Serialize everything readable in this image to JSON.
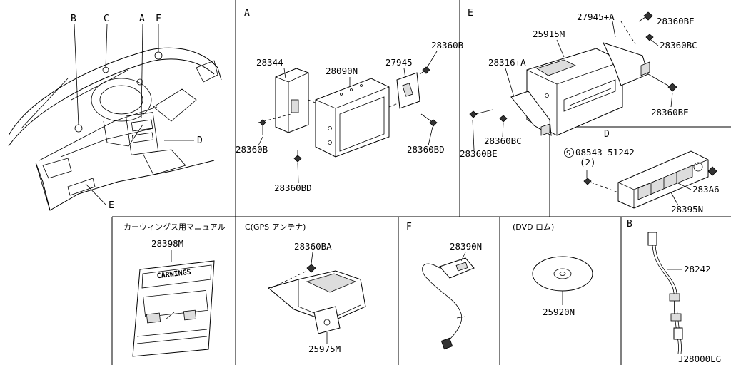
{
  "diagram_id": "J28000LG",
  "sections": {
    "overview": {
      "callouts": [
        "B",
        "C",
        "A",
        "F",
        "D",
        "E"
      ]
    },
    "A": {
      "letter": "A",
      "parts": [
        "28344",
        "28090N",
        "27945",
        "28360B",
        "28360B",
        "28360BD",
        "28360BD"
      ]
    },
    "E": {
      "letter": "E",
      "parts": [
        "27945+A",
        "28360BE",
        "25915M",
        "28360BC",
        "28316+A",
        "28360BE",
        "28360BC",
        "28360BE"
      ]
    },
    "D": {
      "letter": "D",
      "screw_symbol": "S",
      "screw": "08543-51242",
      "screw_qty": "(2)",
      "parts": [
        "283A6",
        "28395N"
      ]
    },
    "manual": {
      "title": "カーウィングス用マニュアル",
      "part": "28398M",
      "cover_text": "CARWINGS"
    },
    "C": {
      "title": "C(GPS アンテナ)",
      "parts": [
        "28360BA",
        "25975M"
      ]
    },
    "F": {
      "letter": "F",
      "parts": [
        "28390N"
      ]
    },
    "dvd": {
      "title": "(DVD ロム)",
      "parts": [
        "25920N"
      ]
    },
    "B": {
      "letter": "B",
      "parts": [
        "28242"
      ]
    }
  }
}
